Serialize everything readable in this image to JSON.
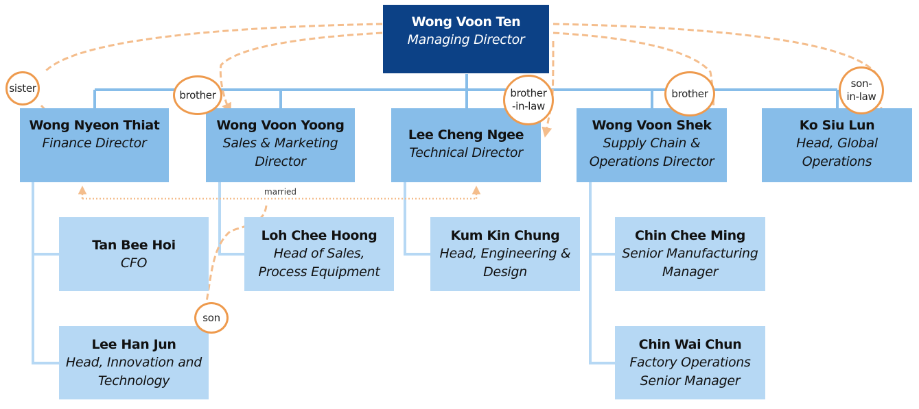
{
  "chart_title": "",
  "managing_director": {
    "name": "Wong Voon Ten",
    "title": "Managing Director"
  },
  "directors": [
    {
      "name": "Wong Nyeon Thiat",
      "title": "Finance Director"
    },
    {
      "name": "Wong Voon Yoong",
      "title": "Sales & Marketing Director"
    },
    {
      "name": "Lee Cheng Ngee",
      "title": "Technical Director"
    },
    {
      "name": "Wong Voon Shek",
      "title": "Supply Chain & Operations Director"
    },
    {
      "name": "Ko Siu Lun",
      "title": "Head, Global Operations"
    }
  ],
  "reports": [
    {
      "name": "Tan Bee Hoi",
      "title": "CFO",
      "reports_to": "Wong Nyeon Thiat"
    },
    {
      "name": "Lee Han Jun",
      "title": "Head, Innovation and Technology",
      "reports_to": "Wong Nyeon Thiat"
    },
    {
      "name": "Loh Chee Hoong",
      "title": "Head of Sales, Process Equipment",
      "reports_to": "Wong Voon Yoong"
    },
    {
      "name": "Kum Kin Chung",
      "title": "Head, Engineering & Design",
      "reports_to": "Lee Cheng Ngee"
    },
    {
      "name": "Chin Chee Ming",
      "title": "Senior Manufacturing Manager",
      "reports_to": "Wong Voon Shek"
    },
    {
      "name": "Chin Wai Chun",
      "title": "Factory Operations Senior Manager",
      "reports_to": "Wong Voon Shek"
    }
  ],
  "relationships": [
    {
      "label": "sister",
      "from": "Wong Voon Ten",
      "to": "Wong Nyeon Thiat"
    },
    {
      "label": "brother",
      "from": "Wong Voon Ten",
      "to": "Wong Voon Yoong"
    },
    {
      "label": "brother-in-law",
      "label_lines": [
        "brother",
        "-in-law"
      ],
      "from": "Wong Voon Ten",
      "to": "Lee Cheng Ngee"
    },
    {
      "label": "brother",
      "from": "Wong Voon Ten",
      "to": "Wong Voon Shek"
    },
    {
      "label": "son-in-law",
      "label_lines": [
        "son-",
        "in-law"
      ],
      "from": "Wong Voon Ten",
      "to": "Ko Siu Lun"
    },
    {
      "label": "married",
      "from": "Wong Nyeon Thiat",
      "to": "Lee Cheng Ngee"
    },
    {
      "label": "son",
      "from": "married couple",
      "to": "Lee Han Jun"
    }
  ],
  "colors": {
    "top_box": "#0c4186",
    "director_box": "#87bde9",
    "report_box": "#b6d8f4",
    "connector": "#87bde9",
    "relation_line": "#f4bd8c",
    "bubble_border": "#ee9a4d"
  }
}
